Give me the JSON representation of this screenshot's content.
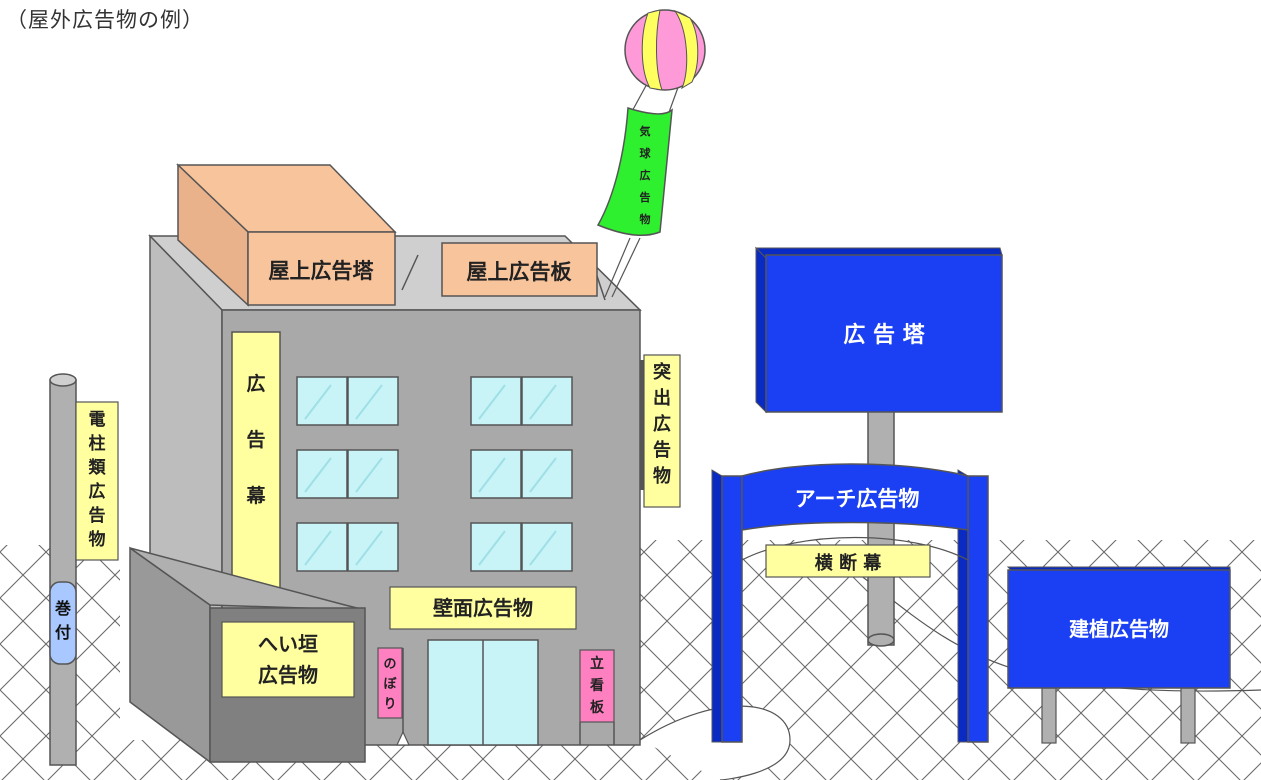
{
  "caption": "（屋外広告物の例）",
  "labels": {
    "rooftop_tower": "屋上広告塔",
    "rooftop_board": "屋上広告板",
    "balloon": [
      "気",
      "球",
      "広",
      "告",
      "物"
    ],
    "curtain": [
      "広",
      "告",
      "幕"
    ],
    "protruding": [
      "突",
      "出",
      "広",
      "告",
      "物"
    ],
    "pole_sign": [
      "電",
      "柱",
      "類",
      "広",
      "告",
      "物"
    ],
    "pole_wrap": [
      "巻",
      "付"
    ],
    "fence_sign": [
      "へい垣",
      "広告物"
    ],
    "wall_sign": "壁面広告物",
    "nobori": [
      "の",
      "ぼ",
      "り"
    ],
    "standing_board": [
      "立",
      "看",
      "板"
    ],
    "billboard_tower": "広 告 塔",
    "arch_sign": "アーチ広告物",
    "cross_banner": "横 断 幕",
    "ground_sign": "建植広告物"
  },
  "colors": {
    "building_front": "#a9a9a9",
    "building_side": "#bdbdbd",
    "building_top": "#cfcfcf",
    "rooftop_orange": "#f8c49c",
    "label_yellow": "#ffffa0",
    "label_pink": "#ff80c0",
    "balloon_green": "#2ef02e",
    "sign_blue": "#1b3ff2",
    "sign_blue_dark": "#0a2ac4",
    "pole_blue": "#a8c8ff",
    "window": "#c8f4f8",
    "fence": "#808080"
  }
}
